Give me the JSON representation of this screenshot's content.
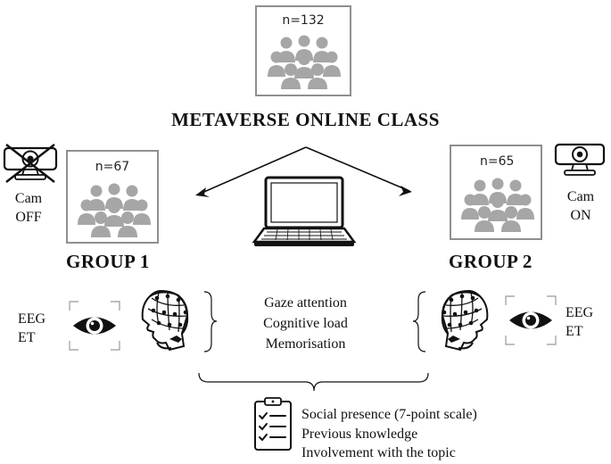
{
  "top": {
    "count": "n=132",
    "title": "METAVERSE ONLINE CLASS"
  },
  "group1": {
    "title": "GROUP 1",
    "count": "n=67",
    "cam_line1": "Cam",
    "cam_line2": "OFF",
    "measure_line1": "EEG",
    "measure_line2": "ET"
  },
  "group2": {
    "title": "GROUP 2",
    "count": "n=65",
    "cam_line1": "Cam",
    "cam_line2": "ON",
    "measure_line1": "EEG",
    "measure_line2": "ET"
  },
  "outcomes": [
    "Gaze attention",
    "Cognitive load",
    "Memorisation"
  ],
  "questionnaire": [
    "Social presence (7-point scale)",
    "Previous knowledge",
    "Involvement with the topic"
  ],
  "colors": {
    "people": "#a6a6a6",
    "box_border": "#8f8f8f",
    "ink": "#111111"
  },
  "icons": [
    "people-group-icon",
    "webcam-off-icon",
    "webcam-icon",
    "laptop-icon",
    "eye-icon",
    "eeg-cap-head-icon",
    "clipboard-checklist-icon"
  ]
}
